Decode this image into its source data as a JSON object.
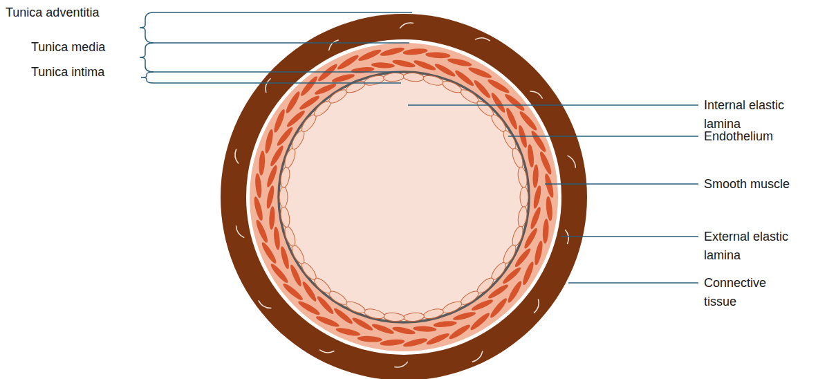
{
  "diagram": {
    "labels": [
      "Tunica adventitia",
      "Tunica media",
      "Tunica intima",
      "Internal elastic lamina",
      "Endothelium",
      "Smooth muscle",
      "External elastic lamina",
      "Connective tissue"
    ]
  }
}
